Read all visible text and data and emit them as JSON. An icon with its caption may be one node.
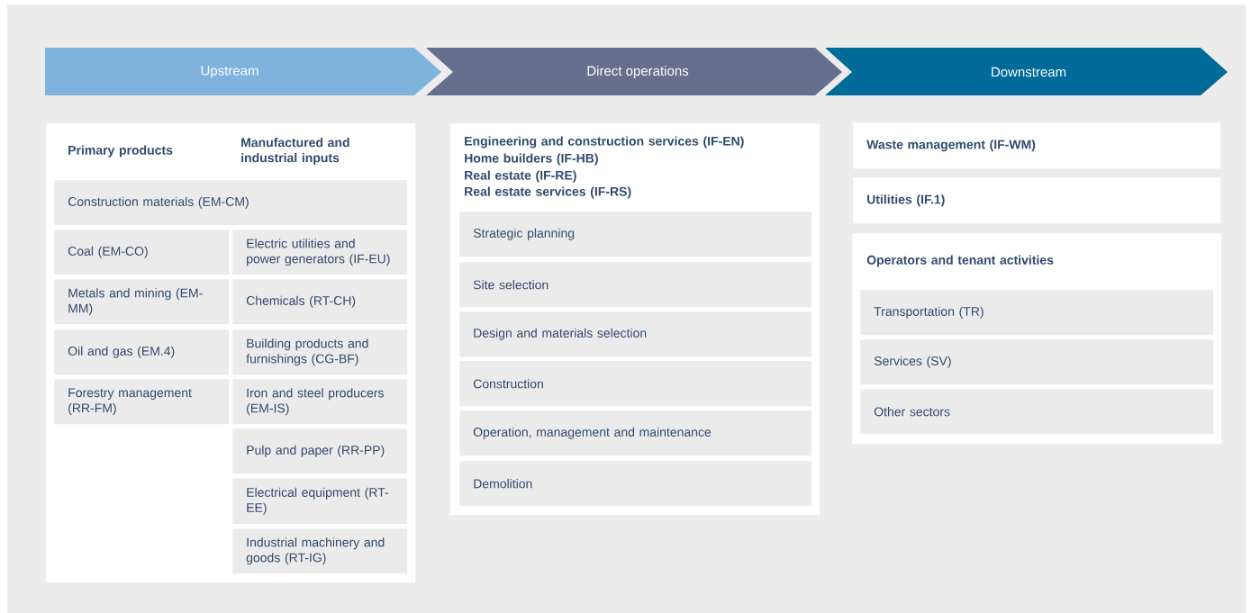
{
  "diagram": {
    "nodes": [
      {
        "text": [
          "Upstream"
        ]
      },
      {
        "text": [
          "Direct operations"
        ]
      },
      {
        "text": [
          "Downstream"
        ]
      },
      {
        "text": [
          "Primary products",
          "Manufactured and industrial inputs"
        ]
      },
      {
        "text": [
          "Construction materials (EM-CM)"
        ],
        "in": 3
      },
      {
        "text": [
          "Coal (EM-CO)"
        ],
        "in": 3
      },
      {
        "text": [
          "Electric utilities and power generators (IF-EU)"
        ],
        "in": 3
      },
      {
        "text": [
          "Metals and mining (EM-MM)"
        ],
        "in": 3
      },
      {
        "text": [
          "Chemicals (RT-CH)"
        ],
        "in": 3
      },
      {
        "text": [
          "Oil and gas (EM.4)"
        ],
        "in": 3
      },
      {
        "text": [
          "Building products and furnishings (CG-BF)"
        ],
        "in": 3
      },
      {
        "text": [
          "Forestry management (RR-FM)"
        ],
        "in": 3
      },
      {
        "text": [
          "Iron and steel producers (EM-IS)"
        ],
        "in": 3
      },
      {
        "text": [
          "Pulp and paper (RR-PP)"
        ],
        "in": 3
      },
      {
        "text": [
          "Electrical equipment (RT-EE)"
        ],
        "in": 3
      },
      {
        "text": [
          "Industrial machinery and goods (RT-IG)"
        ],
        "in": 3
      },
      {
        "text": [
          "Engineering and construction services (IF-EN)",
          "Home builders (IF-HB)",
          "Real estate (IF-RE)",
          "Real estate services (IF-RS)"
        ]
      },
      {
        "text": [
          "Strategic planning"
        ],
        "in": 16
      },
      {
        "text": [
          "Site selection"
        ],
        "in": 16
      },
      {
        "text": [
          "Design and materials selection"
        ],
        "in": 16
      },
      {
        "text": [
          "Construction"
        ],
        "in": 16
      },
      {
        "text": [
          "Operation, management and maintenance"
        ],
        "in": 16
      },
      {
        "text": [
          "Demolition"
        ],
        "in": 16
      },
      {
        "text": [
          "Waste management (IF-WM)"
        ]
      },
      {
        "text": [
          "Utilities (IF.1)"
        ]
      },
      {
        "text": [
          "Operators and tenant activities"
        ]
      },
      {
        "text": [
          "Transportation (TR)"
        ],
        "in": 25
      },
      {
        "text": [
          "Services (SV)"
        ],
        "in": 25
      },
      {
        "text": [
          "Other sectors"
        ],
        "in": 25
      }
    ]
  }
}
